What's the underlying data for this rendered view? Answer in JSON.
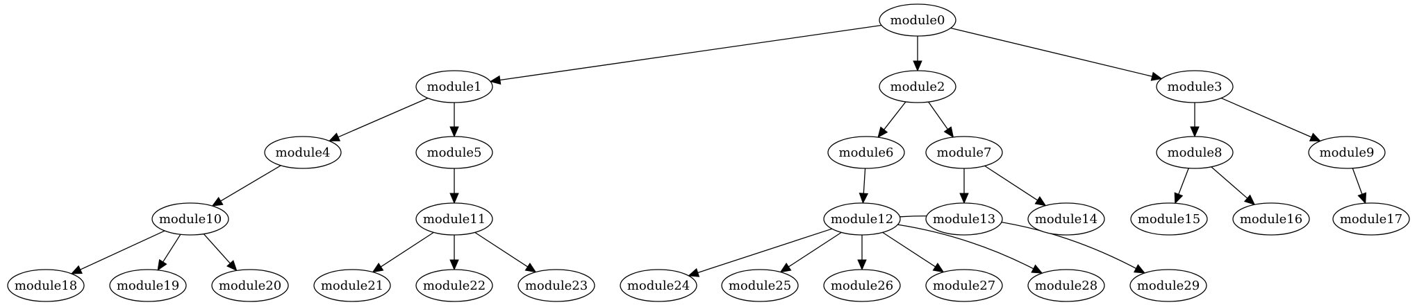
{
  "graph": {
    "nodes": [
      {
        "id": "m0",
        "label": "module0"
      },
      {
        "id": "m1",
        "label": "module1"
      },
      {
        "id": "m2",
        "label": "module2"
      },
      {
        "id": "m3",
        "label": "module3"
      },
      {
        "id": "m4",
        "label": "module4"
      },
      {
        "id": "m5",
        "label": "module5"
      },
      {
        "id": "m6",
        "label": "module6"
      },
      {
        "id": "m7",
        "label": "module7"
      },
      {
        "id": "m8",
        "label": "module8"
      },
      {
        "id": "m9",
        "label": "module9"
      },
      {
        "id": "m10",
        "label": "module10"
      },
      {
        "id": "m11",
        "label": "module11"
      },
      {
        "id": "m12",
        "label": "module12"
      },
      {
        "id": "m13",
        "label": "module13"
      },
      {
        "id": "m14",
        "label": "module14"
      },
      {
        "id": "m15",
        "label": "module15"
      },
      {
        "id": "m16",
        "label": "module16"
      },
      {
        "id": "m17",
        "label": "module17"
      },
      {
        "id": "m18",
        "label": "module18"
      },
      {
        "id": "m19",
        "label": "module19"
      },
      {
        "id": "m20",
        "label": "module20"
      },
      {
        "id": "m21",
        "label": "module21"
      },
      {
        "id": "m22",
        "label": "module22"
      },
      {
        "id": "m23",
        "label": "module23"
      },
      {
        "id": "m24",
        "label": "module24"
      },
      {
        "id": "m25",
        "label": "module25"
      },
      {
        "id": "m26",
        "label": "module26"
      },
      {
        "id": "m27",
        "label": "module27"
      },
      {
        "id": "m28",
        "label": "module28"
      },
      {
        "id": "m29",
        "label": "module29"
      }
    ],
    "edges": [
      {
        "from": "m0",
        "to": "m1"
      },
      {
        "from": "m0",
        "to": "m2"
      },
      {
        "from": "m0",
        "to": "m3"
      },
      {
        "from": "m1",
        "to": "m4"
      },
      {
        "from": "m1",
        "to": "m5"
      },
      {
        "from": "m2",
        "to": "m6"
      },
      {
        "from": "m2",
        "to": "m7"
      },
      {
        "from": "m3",
        "to": "m8"
      },
      {
        "from": "m3",
        "to": "m9"
      },
      {
        "from": "m4",
        "to": "m10"
      },
      {
        "from": "m5",
        "to": "m11"
      },
      {
        "from": "m6",
        "to": "m12"
      },
      {
        "from": "m7",
        "to": "m13"
      },
      {
        "from": "m7",
        "to": "m14"
      },
      {
        "from": "m8",
        "to": "m15"
      },
      {
        "from": "m8",
        "to": "m16"
      },
      {
        "from": "m9",
        "to": "m17"
      },
      {
        "from": "m10",
        "to": "m18"
      },
      {
        "from": "m10",
        "to": "m19"
      },
      {
        "from": "m10",
        "to": "m20"
      },
      {
        "from": "m11",
        "to": "m21"
      },
      {
        "from": "m11",
        "to": "m22"
      },
      {
        "from": "m11",
        "to": "m23"
      },
      {
        "from": "m12",
        "to": "m24"
      },
      {
        "from": "m12",
        "to": "m25"
      },
      {
        "from": "m12",
        "to": "m26"
      },
      {
        "from": "m12",
        "to": "m27"
      },
      {
        "from": "m12",
        "to": "m28"
      },
      {
        "from": "m12",
        "to": "m29"
      }
    ]
  }
}
